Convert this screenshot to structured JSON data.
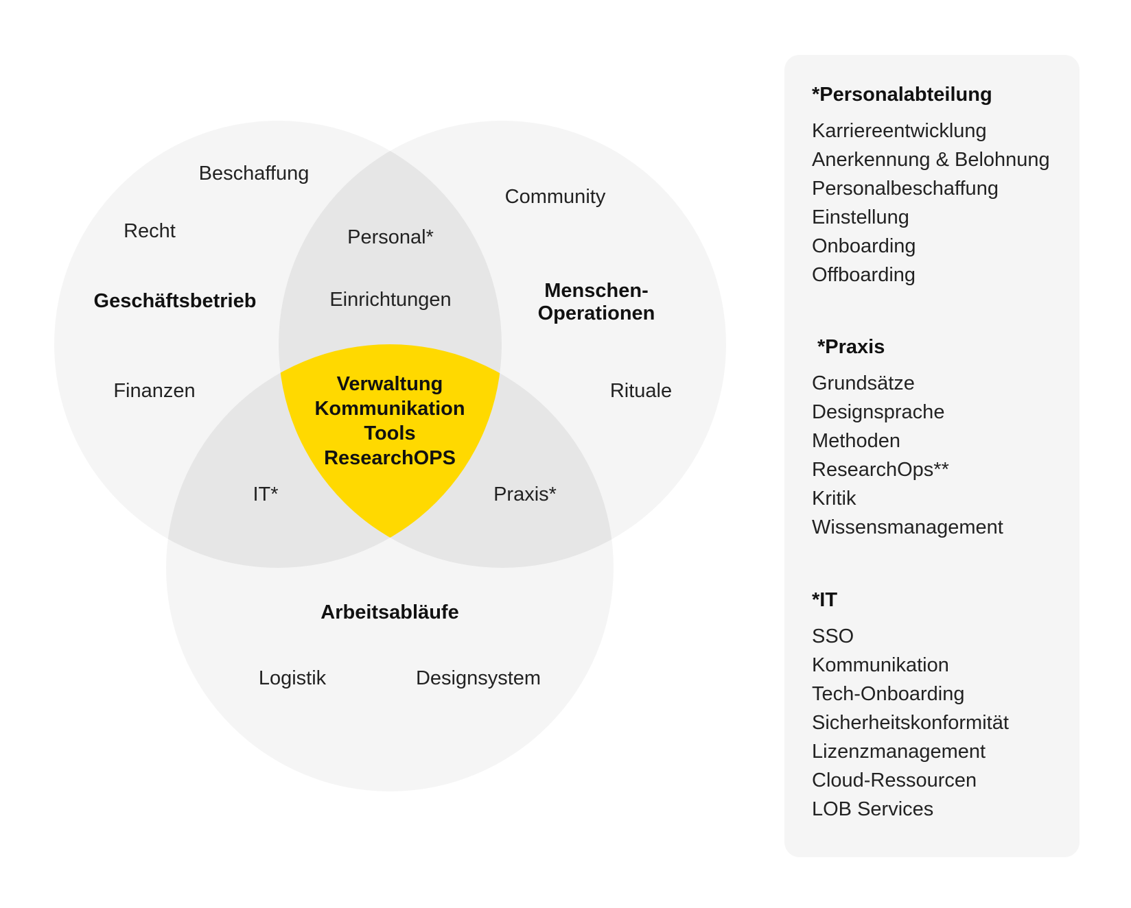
{
  "diagram": {
    "circles": {
      "geschaeftsbetrieb": {
        "title": "Geschäftsbetrieb",
        "items": [
          "Beschaffung",
          "Recht",
          "Finanzen"
        ]
      },
      "menschen": {
        "title_line1": "Menschen-",
        "title_line2": "Operationen",
        "items": [
          "Community",
          "Rituale"
        ]
      },
      "arbeitsablaeufe": {
        "title": "Arbeitsabläufe",
        "items": [
          "Logistik",
          "Designsystem"
        ]
      }
    },
    "overlaps": {
      "top": [
        "Personal*",
        "Einrichtungen"
      ],
      "left": "IT*",
      "right": "Praxis*"
    },
    "center": [
      "Verwaltung",
      "Kommunikation",
      "Tools",
      "ResearchOPS"
    ],
    "colors": {
      "circle_fill": "#f5f5f5",
      "overlap_fill": "#e6e6e6",
      "center_fill": "#ffd900"
    }
  },
  "legend": {
    "sections": [
      {
        "heading": "*Personalabteilung",
        "items": [
          "Karriereentwicklung",
          "Anerkennung & Belohnung",
          "Personalbeschaffung",
          "Einstellung",
          "Onboarding",
          "Offboarding"
        ]
      },
      {
        "heading": "*Praxis",
        "items": [
          "Grundsätze",
          "Designsprache",
          "Methoden",
          "ResearchOps**",
          "Kritik",
          "Wissensmanagement"
        ]
      },
      {
        "heading": "*IT",
        "items": [
          "SSO",
          "Kommunikation",
          "Tech-Onboarding",
          "Sicherheitskonformität",
          "Lizenzmanagement",
          "Cloud-Ressourcen",
          "LOB Services"
        ]
      }
    ]
  }
}
